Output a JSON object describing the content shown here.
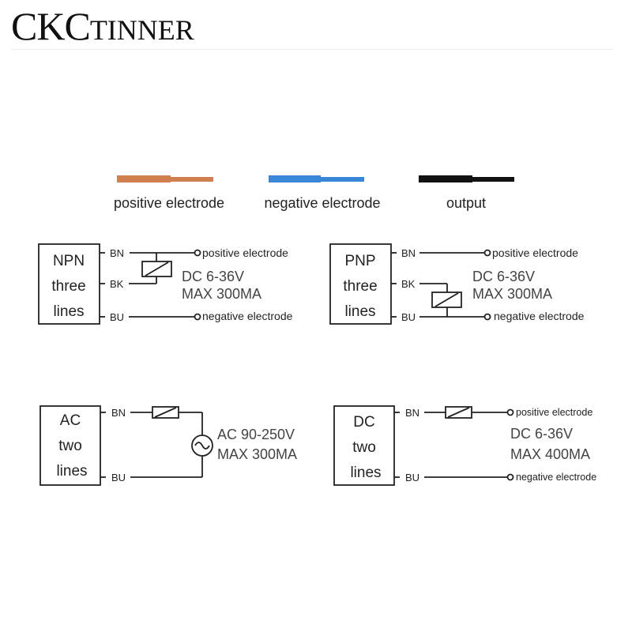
{
  "brand": {
    "big": "CKC",
    "small": "TINNER"
  },
  "legend": {
    "items": [
      {
        "label": "positive electrode",
        "color": "#d08050"
      },
      {
        "label": "negative electrode",
        "color": "#3a86d8"
      },
      {
        "label": "output",
        "color": "#111111"
      }
    ]
  },
  "npn": {
    "box": [
      "NPN",
      "three",
      "lines"
    ],
    "pins": {
      "bn": "BN",
      "bk": "BK",
      "bu": "BU"
    },
    "top_node": "positive electrode",
    "bottom_node": "negative electrode",
    "spec": [
      "DC 6-36V",
      "MAX 300MA"
    ]
  },
  "pnp": {
    "box": [
      "PNP",
      "three",
      "lines"
    ],
    "pins": {
      "bn": "BN",
      "bk": "BK",
      "bu": "BU"
    },
    "top_node": "positive electrode",
    "bottom_node": "negative electrode",
    "spec": [
      "DC 6-36V",
      "MAX 300MA"
    ]
  },
  "ac": {
    "box": [
      "AC",
      "two",
      "lines"
    ],
    "pins": {
      "bn": "BN",
      "bu": "BU"
    },
    "spec": [
      "AC 90-250V",
      "MAX 300MA"
    ]
  },
  "dc": {
    "box": [
      "DC",
      "two",
      "lines"
    ],
    "pins": {
      "bn": "BN",
      "bu": "BU"
    },
    "top_node": "positive electrode",
    "bottom_node": "negative electrode",
    "spec": [
      "DC 6-36V",
      "MAX 400MA"
    ]
  }
}
